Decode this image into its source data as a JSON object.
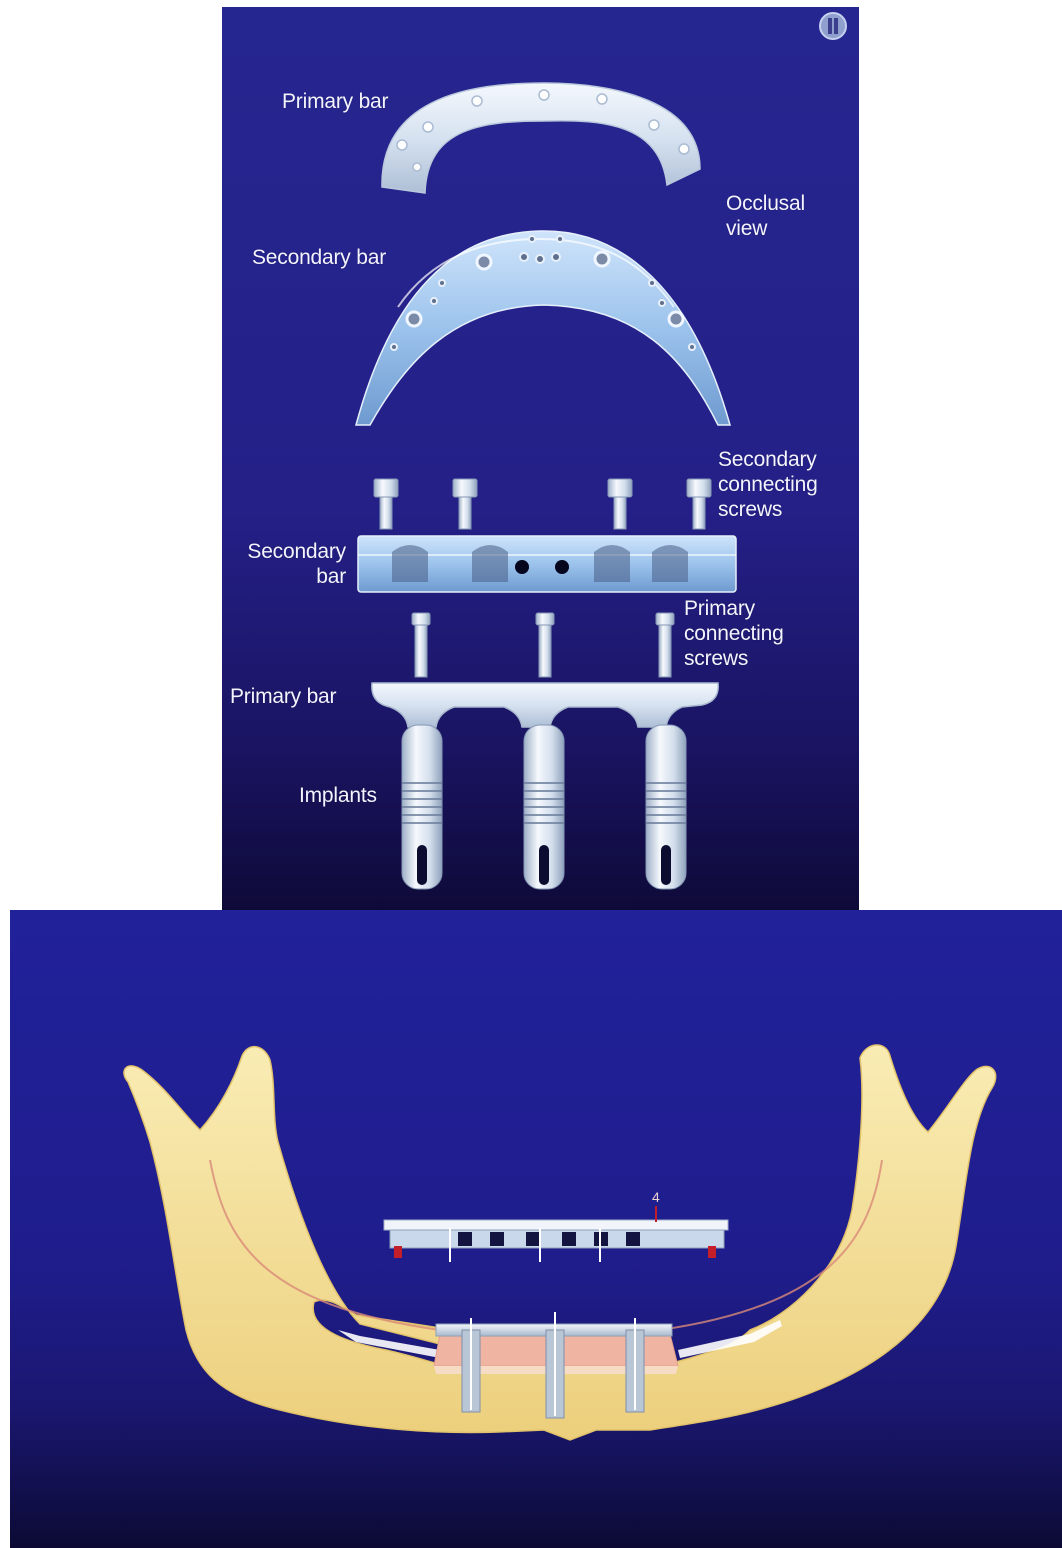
{
  "top_panel": {
    "labels": {
      "primary_bar_occlusal": "Primary bar",
      "occlusal_view": "Occlusal\nview",
      "secondary_bar_occlusal": "Secondary bar",
      "secondary_connecting_screws": "Secondary\nconnecting\nscrews",
      "secondary_bar_side": "Secondary\nbar",
      "primary_connecting_screws": "Primary\nconnecting\nscrews",
      "primary_bar_side": "Primary bar",
      "implants": "Implants"
    },
    "icon": "info-circle-icon"
  },
  "bottom_panel": {
    "scene": "mandible-with-implant-bar-assembly",
    "marker": "4"
  },
  "colors": {
    "background_blue": "#262690",
    "metal_light": "#dfe9f5",
    "metal_blue": "#9fc4ec",
    "bone": "#f3dd92",
    "gum": "#eeb09e"
  }
}
